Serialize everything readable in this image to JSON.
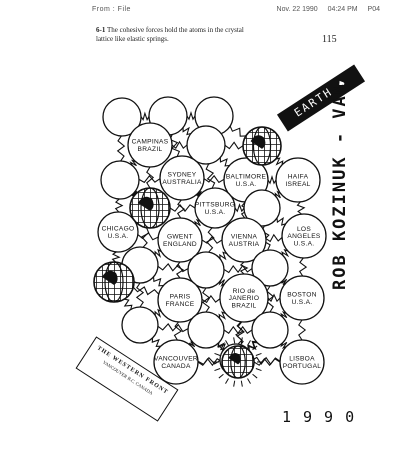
{
  "fax_header": {
    "from": "From : File",
    "date": "Nov. 22 1990",
    "time": "04:24 PM",
    "page": "P04"
  },
  "caption": {
    "number": "6-1",
    "text": "The cohesive forces hold the atoms in the crystal lattice like elastic springs."
  },
  "page_number": "115",
  "banner": "EARTH ♠ DAY",
  "cities": [
    {
      "line1": "CAMPINAS",
      "line2": "BRAZIL"
    },
    {
      "line1": "SYDNEY",
      "line2": "AUSTRALIA"
    },
    {
      "line1": "BALTIMORE",
      "line2": "U.S.A."
    },
    {
      "line1": "HAIFA",
      "line2": "ISREAL"
    },
    {
      "line1": "CHICAGO",
      "line2": "U.S.A."
    },
    {
      "line1": "PITTSBURG",
      "line2": "U.S.A."
    },
    {
      "line1": "GWENT",
      "line2": "ENGLAND"
    },
    {
      "line1": "VIENNA",
      "line2": "AUSTRIA"
    },
    {
      "line1": "LOS",
      "line2": "ANGELES",
      "line3": "U.S.A."
    },
    {
      "line1": "PARIS",
      "line2": "FRANCE"
    },
    {
      "line1": "RIO de",
      "line2": "JANERIO",
      "line3": "BRAZIL"
    },
    {
      "line1": "BOSTON",
      "line2": "U.S.A."
    },
    {
      "line1": "VANCOUVER",
      "line2": "CANADA"
    },
    {
      "line1": "LISBOA",
      "line2": "PORTUGAL"
    }
  ],
  "artist": "ROB KOZINUK - VAN",
  "year": "1990",
  "stamp": {
    "line1": "THE WESTERN FRONT",
    "line2": "VANCOUVER B.C. CANADA"
  }
}
